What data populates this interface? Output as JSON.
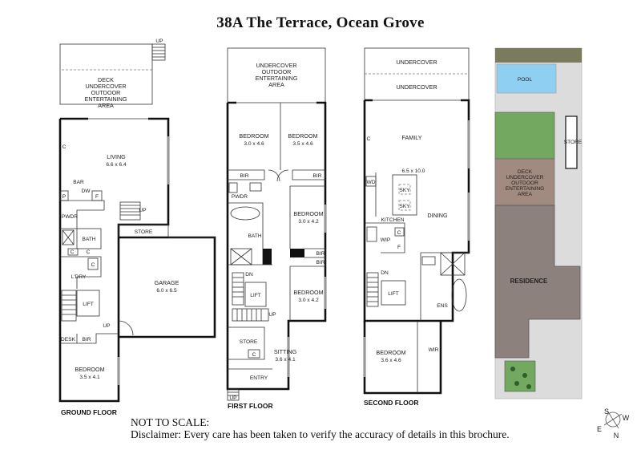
{
  "title": "38A The Terrace, Ocean Grove",
  "floors": {
    "ground": "GROUND FLOOR",
    "first": "FIRST FLOOR",
    "second": "SECOND FLOOR"
  },
  "footer": {
    "scale_note": "NOT TO SCALE:",
    "disclaimer": "Disclaimer: Every care has been taken to verify the accuracy of details in this brochure."
  },
  "compass": {
    "n": "N",
    "s": "S",
    "e": "E",
    "w": "W"
  },
  "ground_rooms": {
    "deck_1": "DECK",
    "deck_2": "UNDERCOVER",
    "deck_3": "OUTDOOR",
    "deck_4": "ENTERTAINING",
    "deck_5": "AREA",
    "up_top": "UP",
    "living": "LIVING",
    "living_dim": "6.6 x 6.4",
    "c_living": "C",
    "bar": "BAR",
    "p": "P",
    "dw": "DW",
    "f": "F",
    "pwdr": "PWDR",
    "bath": "BATH",
    "up_stair": "UP",
    "store": "STORE",
    "c_1": "C",
    "c_2": "C",
    "c_3": "C",
    "ldry": "L'DRY",
    "garage": "GARAGE",
    "garage_dim": "6.0 x 6.5",
    "lift": "LIFT",
    "up_lift": "UP",
    "desk": "DESK",
    "bir": "BIR",
    "bedroom": "BEDROOM",
    "bedroom_dim": "3.5 x 4.1"
  },
  "first_rooms": {
    "u1": "UNDERCOVER",
    "u2": "OUTDOOR",
    "u3": "ENTERTAINING",
    "u4": "AREA",
    "bed1": "BEDROOM",
    "bed1_dim": "3.0 x 4.6",
    "bed2": "BEDROOM",
    "bed2_dim": "3.5 x 4.6",
    "bir_1": "BIR",
    "bir_2": "BIR",
    "pwdr": "PWDR",
    "bed3": "BEDROOM",
    "bed3_dim": "3.0 x 4.2",
    "bath": "BATH",
    "bir_3": "BIR",
    "bir_4": "BIR",
    "dn": "DN",
    "lift": "LIFT",
    "up": "UP",
    "bed4": "BEDROOM",
    "bed4_dim": "3.0 x 4.2",
    "store": "STORE",
    "c": "C",
    "sitting": "SITTING",
    "sitting_dim": "3.6 x 4.1",
    "entry": "ENTRY",
    "up_entry": "UP"
  },
  "second_rooms": {
    "undercover_1": "UNDERCOVER",
    "undercover_2": "UNDERCOVER",
    "c": "C",
    "family": "FAMILY",
    "family_dim": "6.5 x 10.0",
    "wd": "WD",
    "sky_1": "SKY",
    "sky_2": "SKY",
    "kitchen": "KITCHEN",
    "dining": "DINING",
    "wip": "WIP",
    "c_2": "C",
    "f": "F",
    "dn": "DN",
    "lift": "LIFT",
    "ens": "ENS",
    "bedroom": "BEDROOM",
    "bedroom_dim": "3.6 x 4.6",
    "wir": "WIR"
  },
  "site": {
    "pool": "POOL",
    "store": "STORE",
    "deck_1": "DECK",
    "deck_2": "UNDERCOVER",
    "deck_3": "OUTDOOR",
    "deck_4": "ENTERTAINING",
    "deck_5": "AREA",
    "residence": "RESIDENCE"
  },
  "colors": {
    "wall": "#111111",
    "pool": "#8fd0f2",
    "lawn": "#72a860",
    "deck": "#a18a7f",
    "residence": "#8c817c",
    "paving": "#dcdcdc",
    "hedge": "#7a7a5c"
  }
}
